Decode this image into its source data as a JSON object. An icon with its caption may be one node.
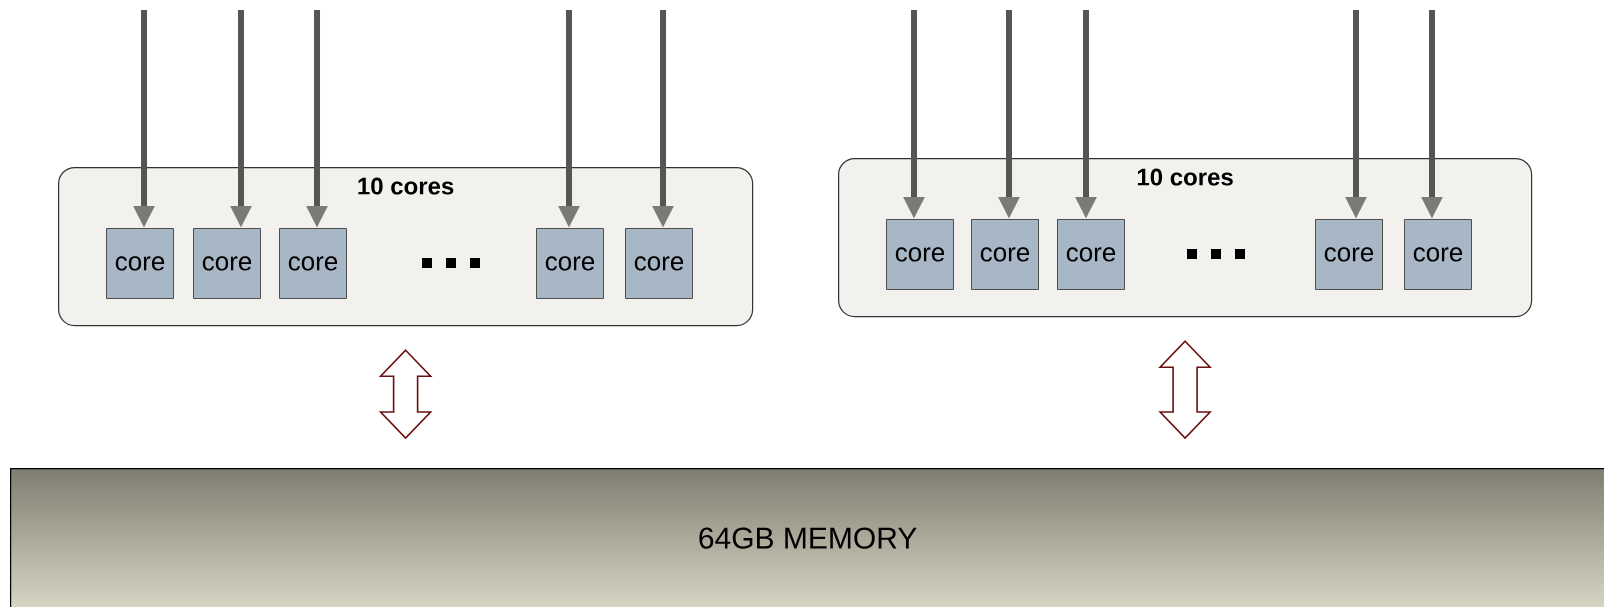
{
  "diagram": {
    "nodes": [
      {
        "text": [
          "10 cores"
        ]
      },
      {
        "text": [
          "core"
        ],
        "in": 0
      },
      {
        "text": [
          "core"
        ],
        "in": 0
      },
      {
        "text": [
          "core"
        ],
        "in": 0
      },
      {
        "text": [
          "core"
        ],
        "in": 0
      },
      {
        "text": [
          "core"
        ],
        "in": 0
      },
      {
        "text": [
          "10 cores"
        ]
      },
      {
        "text": [
          "core"
        ],
        "in": 6
      },
      {
        "text": [
          "core"
        ],
        "in": 6
      },
      {
        "text": [
          "core"
        ],
        "in": 6
      },
      {
        "text": [
          "core"
        ],
        "in": 6
      },
      {
        "text": [
          "core"
        ],
        "in": 6
      },
      {
        "text": [
          "64GB MEMORY"
        ]
      }
    ],
    "edges": [
      {
        "from": null,
        "to": 1,
        "arrow": "to"
      },
      {
        "from": null,
        "to": 2,
        "arrow": "to"
      },
      {
        "from": null,
        "to": 3,
        "arrow": "to"
      },
      {
        "from": null,
        "to": 4,
        "arrow": "to"
      },
      {
        "from": null,
        "to": 5,
        "arrow": "to"
      },
      {
        "from": null,
        "to": 7,
        "arrow": "to"
      },
      {
        "from": null,
        "to": 8,
        "arrow": "to"
      },
      {
        "from": null,
        "to": 9,
        "arrow": "to"
      },
      {
        "from": null,
        "to": 10,
        "arrow": "to"
      },
      {
        "from": null,
        "to": 11,
        "arrow": "to"
      },
      {
        "from": 0,
        "to": 12,
        "arrow": "both",
        "style": "thick",
        "color": "#6b1010"
      },
      {
        "from": 6,
        "to": 12,
        "arrow": "both",
        "style": "thick",
        "color": "#6b1010"
      }
    ]
  }
}
